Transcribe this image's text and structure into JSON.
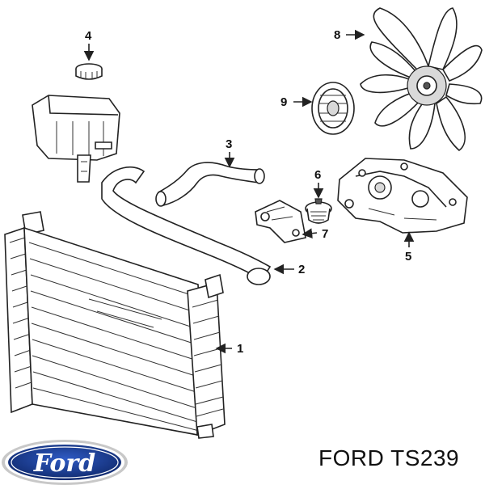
{
  "callouts": {
    "c1": "1",
    "c2": "2",
    "c3": "3",
    "c4": "4",
    "c5": "5",
    "c6": "6",
    "c7": "7",
    "c8": "8",
    "c9": "9"
  },
  "brand": {
    "logo_text": "Ford",
    "caption": "FORD TS239"
  },
  "colors": {
    "logo_blue": "#1c3c8c",
    "line": "#222222"
  }
}
